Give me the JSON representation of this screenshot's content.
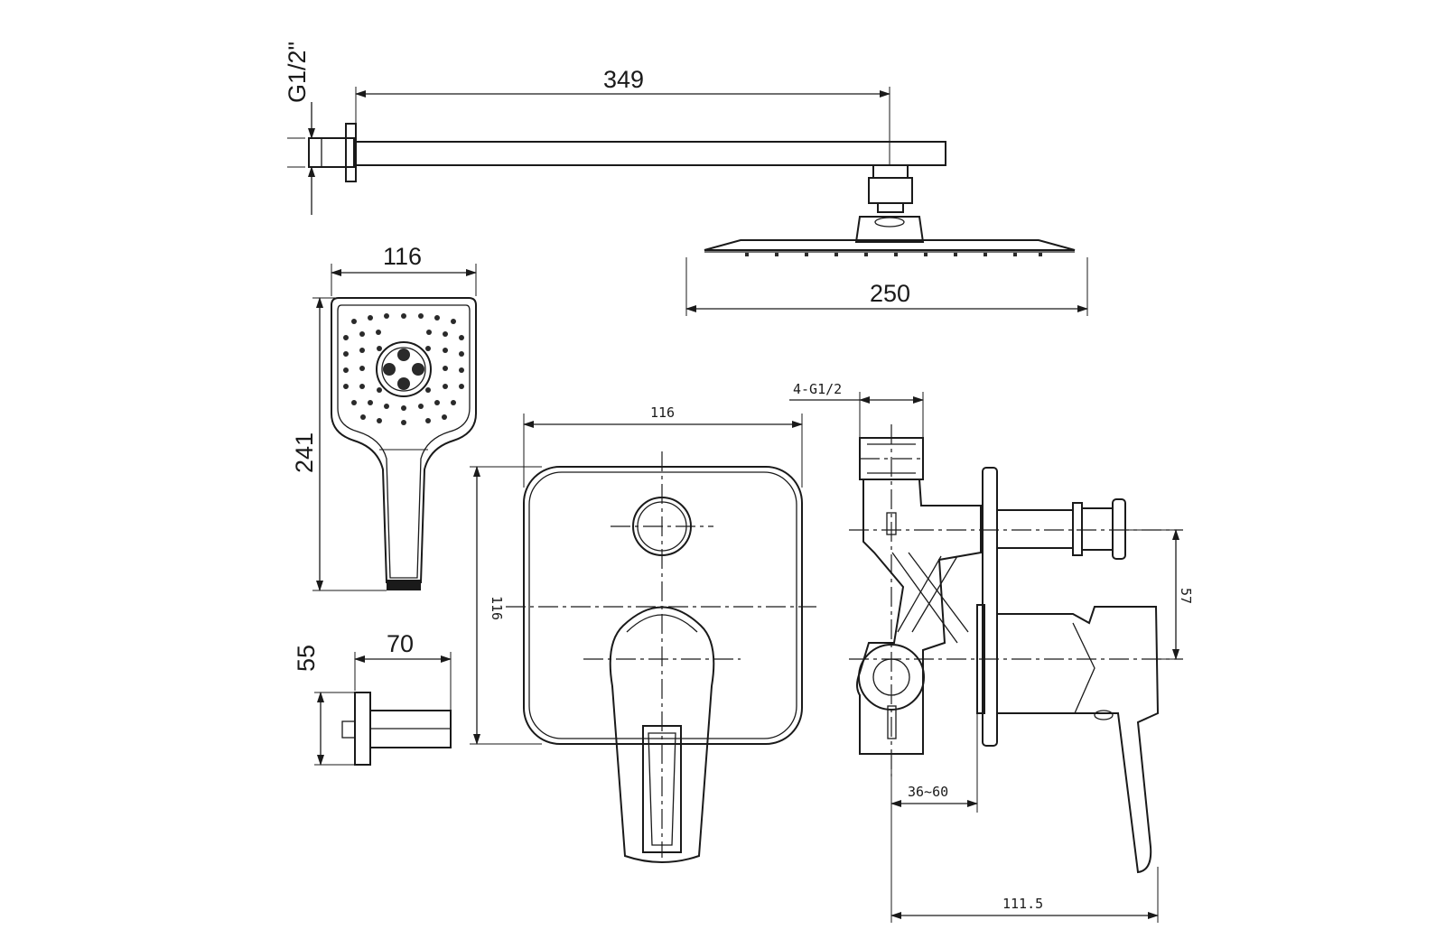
{
  "dimensions": {
    "thread_size": "G1/2\"",
    "arm_length": "349",
    "head_width": "250",
    "hand_width": "116",
    "hand_length": "241",
    "outlet_height": "55",
    "outlet_depth": "70",
    "plate_width": "116",
    "plate_height": "116",
    "inlet_thread": "4-G1/2",
    "axis_spacing": "57",
    "install_depth": "36~60",
    "total_depth": "111.5"
  },
  "colors": {
    "line": "#1a1a1a",
    "background": "#ffffff"
  }
}
